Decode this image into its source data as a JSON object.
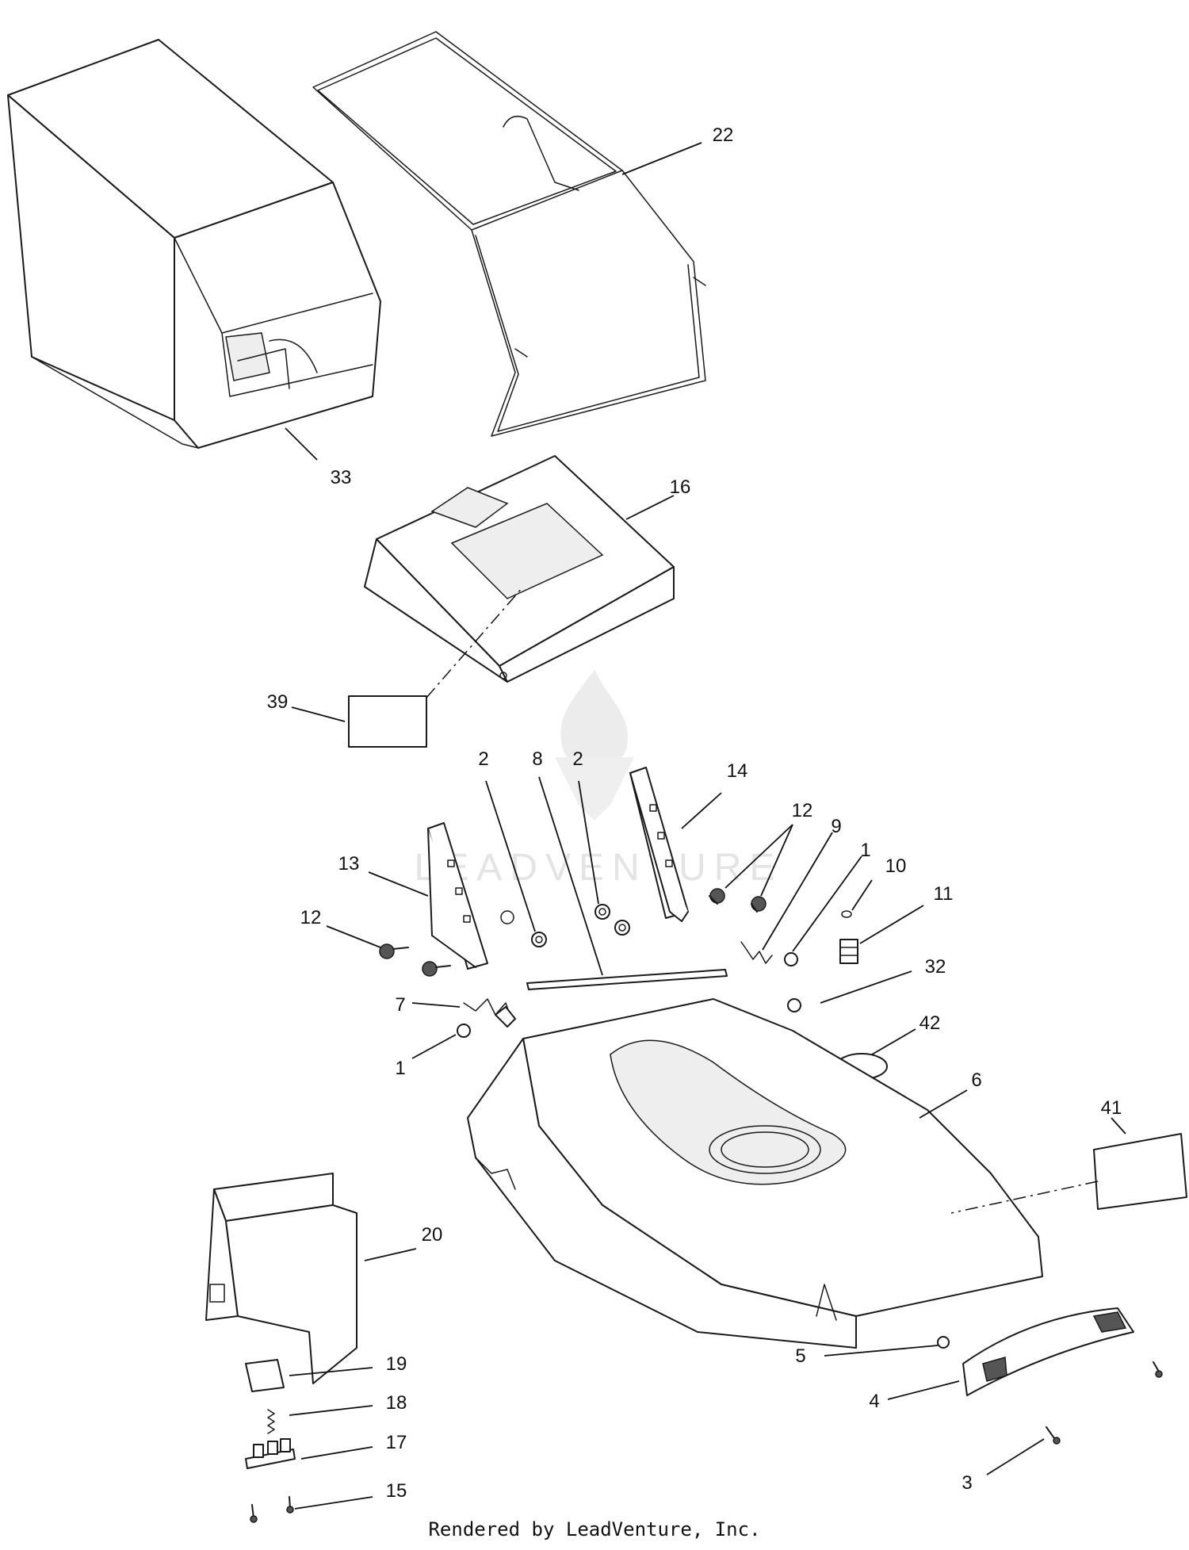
{
  "watermark": {
    "text": "LEADVENTURE",
    "logo_icon": "flame-logo-icon"
  },
  "footer": "Rendered by LeadVenture, Inc.",
  "callouts": {
    "c1a": "1",
    "c1b": "1",
    "c2a": "2",
    "c2b": "2",
    "c3": "3",
    "c4": "4",
    "c5": "5",
    "c6": "6",
    "c7": "7",
    "c8": "8",
    "c9": "9",
    "c10": "10",
    "c11": "11",
    "c12a": "12",
    "c12b": "12",
    "c13": "13",
    "c14": "14",
    "c15": "15",
    "c16": "16",
    "c17": "17",
    "c18": "18",
    "c19": "19",
    "c20": "20",
    "c22": "22",
    "c32": "32",
    "c33": "33",
    "c39": "39",
    "c41": "41",
    "c42": "42"
  }
}
